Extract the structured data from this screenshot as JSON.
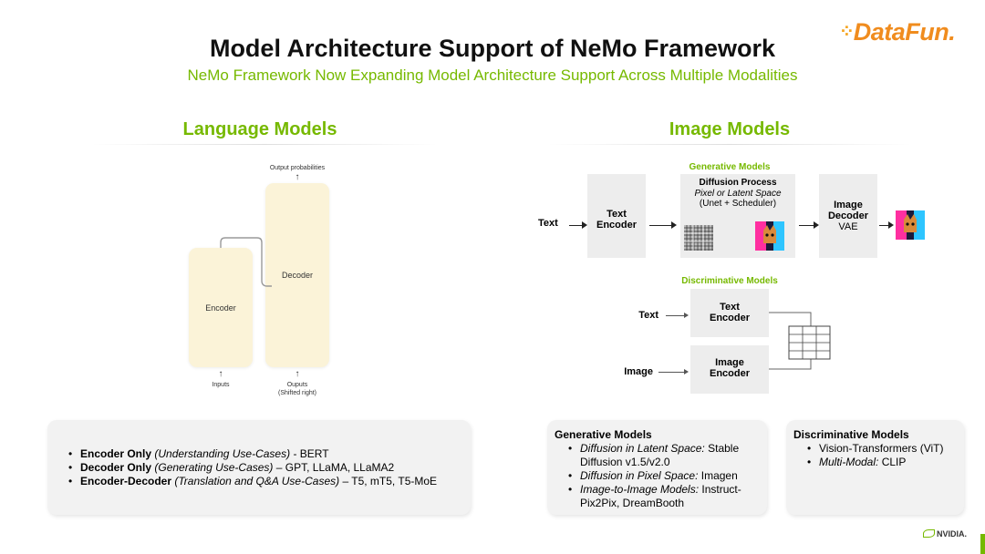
{
  "header": {
    "title": "Model Architecture Support of NeMo Framework",
    "subtitle": "NeMo Framework Now Expanding Model Architecture Support Across Multiple Modalities"
  },
  "logo": {
    "text": "DataFun."
  },
  "language": {
    "heading": "Language Models",
    "diagram": {
      "output_probabilities": "Output probabilities",
      "encoder": "Encoder",
      "decoder": "Decoder",
      "inputs": "Inputs",
      "outputs_line1": "Ouputs",
      "outputs_line2": "(Shifted right)"
    },
    "bullets": [
      {
        "bold": "Encoder Only",
        "italic": "(Understanding Use-Cases)",
        "rest": "- BERT"
      },
      {
        "bold": "Decoder Only",
        "italic": "(Generating Use-Cases)",
        "rest": "– GPT, LLaMA, LLaMA2"
      },
      {
        "bold": "Encoder-Decoder",
        "italic": "(Translation and Q&A Use-Cases)",
        "rest": "– T5, mT5, T5-MoE"
      }
    ]
  },
  "image": {
    "heading": "Image Models",
    "generative_label": "Generative Models",
    "text_label": "Text",
    "text_encoder_l1": "Text",
    "text_encoder_l2": "Encoder",
    "diffusion_title": "Diffusion Process",
    "diffusion_sub": "Pixel or Latent Space",
    "diffusion_sub2": "(Unet + Scheduler)",
    "decoder_l1": "Image",
    "decoder_l2": "Decoder",
    "decoder_l3": "VAE",
    "discriminative_label": "Discriminative Models",
    "disc_text": "Text",
    "disc_text_enc_l1": "Text",
    "disc_text_enc_l2": "Encoder",
    "disc_image": "Image",
    "disc_image_enc_l1": "Image",
    "disc_image_enc_l2": "Encoder"
  },
  "gen_panel": {
    "title": "Generative Models",
    "items": [
      {
        "italic": "Diffusion in Latent Space:",
        "rest": " Stable Diffusion v1.5/v2.0"
      },
      {
        "italic": "Diffusion in Pixel Space:",
        "rest": " Imagen"
      },
      {
        "italic": "Image-to-Image Models:",
        "rest": " Instruct-Pix2Pix, DreamBooth"
      }
    ]
  },
  "disc_panel": {
    "title": "Discriminative Models",
    "items": [
      {
        "italic": "",
        "rest": "Vision-Transformers (ViT)"
      },
      {
        "italic": "Multi-Modal:",
        "rest": " CLIP"
      }
    ]
  },
  "footer": {
    "brand": "NVIDIA."
  },
  "colors": {
    "accent": "#76b900",
    "logo": "#f08c1e",
    "box_cream": "#fbf3d8"
  }
}
